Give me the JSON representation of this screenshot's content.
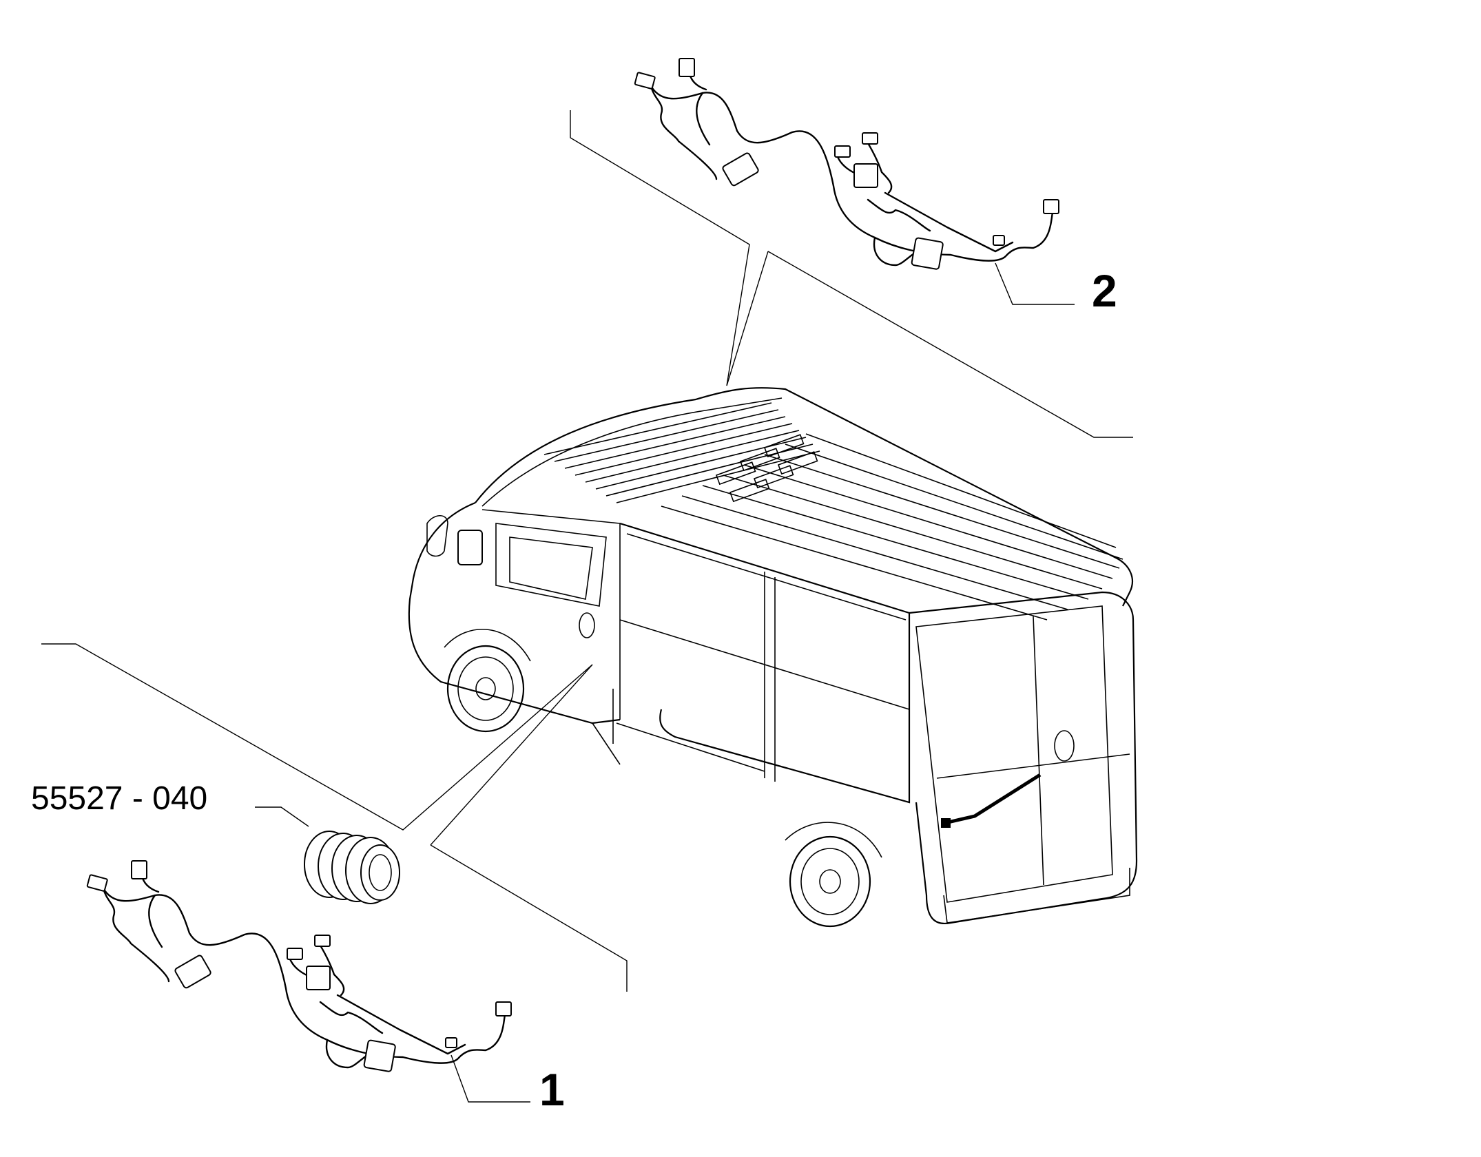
{
  "diagram": {
    "callouts": {
      "item_1": "1",
      "item_2": "2"
    },
    "part_number_label": "55527 - 040"
  }
}
